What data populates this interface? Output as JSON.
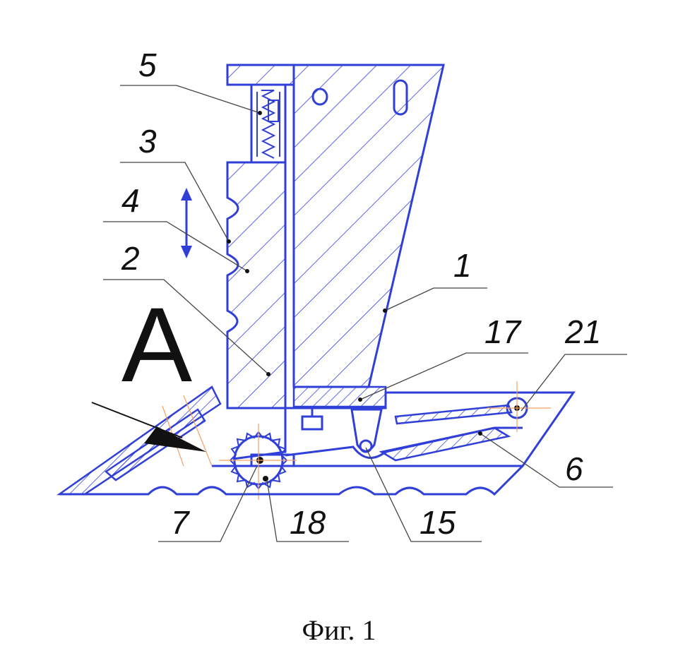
{
  "figure": {
    "caption": "Фиг. 1",
    "view_label": "A",
    "colors": {
      "lines": "#2f3fd8",
      "text": "#111111",
      "center_lines": "#f3a060"
    },
    "reference_numerals": {
      "n1": "1",
      "n2": "2",
      "n3": "3",
      "n4": "4",
      "n5": "5",
      "n6": "6",
      "n7": "7",
      "n15": "15",
      "n17": "17",
      "n18": "18",
      "n21": "21"
    }
  }
}
